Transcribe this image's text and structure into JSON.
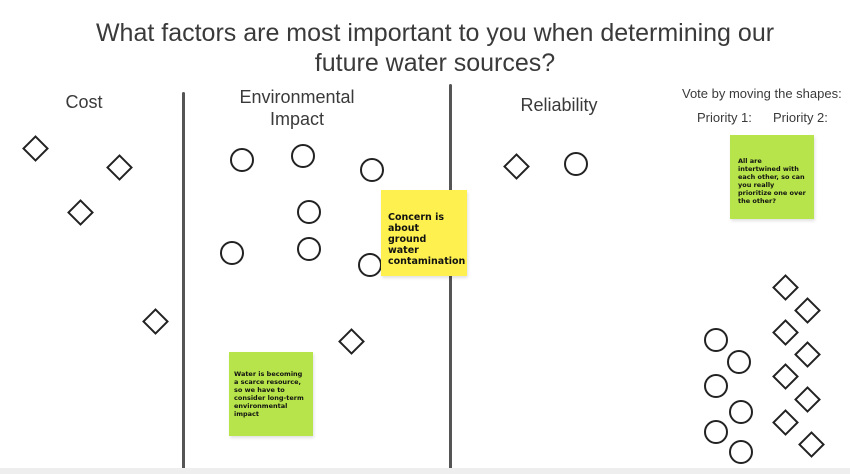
{
  "board": {
    "question": "What factors are most important to you when determining our future water sources?",
    "columns": [
      {
        "label": "Cost"
      },
      {
        "label": "Environmental Impact"
      },
      {
        "label": "Reliability"
      }
    ],
    "vote_instructions": "Vote by moving the shapes:",
    "priority_1": "Priority 1:",
    "priority_2": "Priority 2:"
  },
  "stickies": [
    {
      "text": "Concern is about ground water contamination",
      "color": "#fdf04f"
    },
    {
      "text": "Water is becoming a scarce resource, so we have to consider long-term environmental impact",
      "color": "#b6e44a"
    },
    {
      "text": "All are intertwined with each other, so can you really prioritize one over the other?",
      "color": "#b6e44a"
    }
  ],
  "shapes": {
    "circle_icon": "circle-vote-shape",
    "diamond_icon": "diamond-vote-shape",
    "stroke_color": "#222222"
  }
}
